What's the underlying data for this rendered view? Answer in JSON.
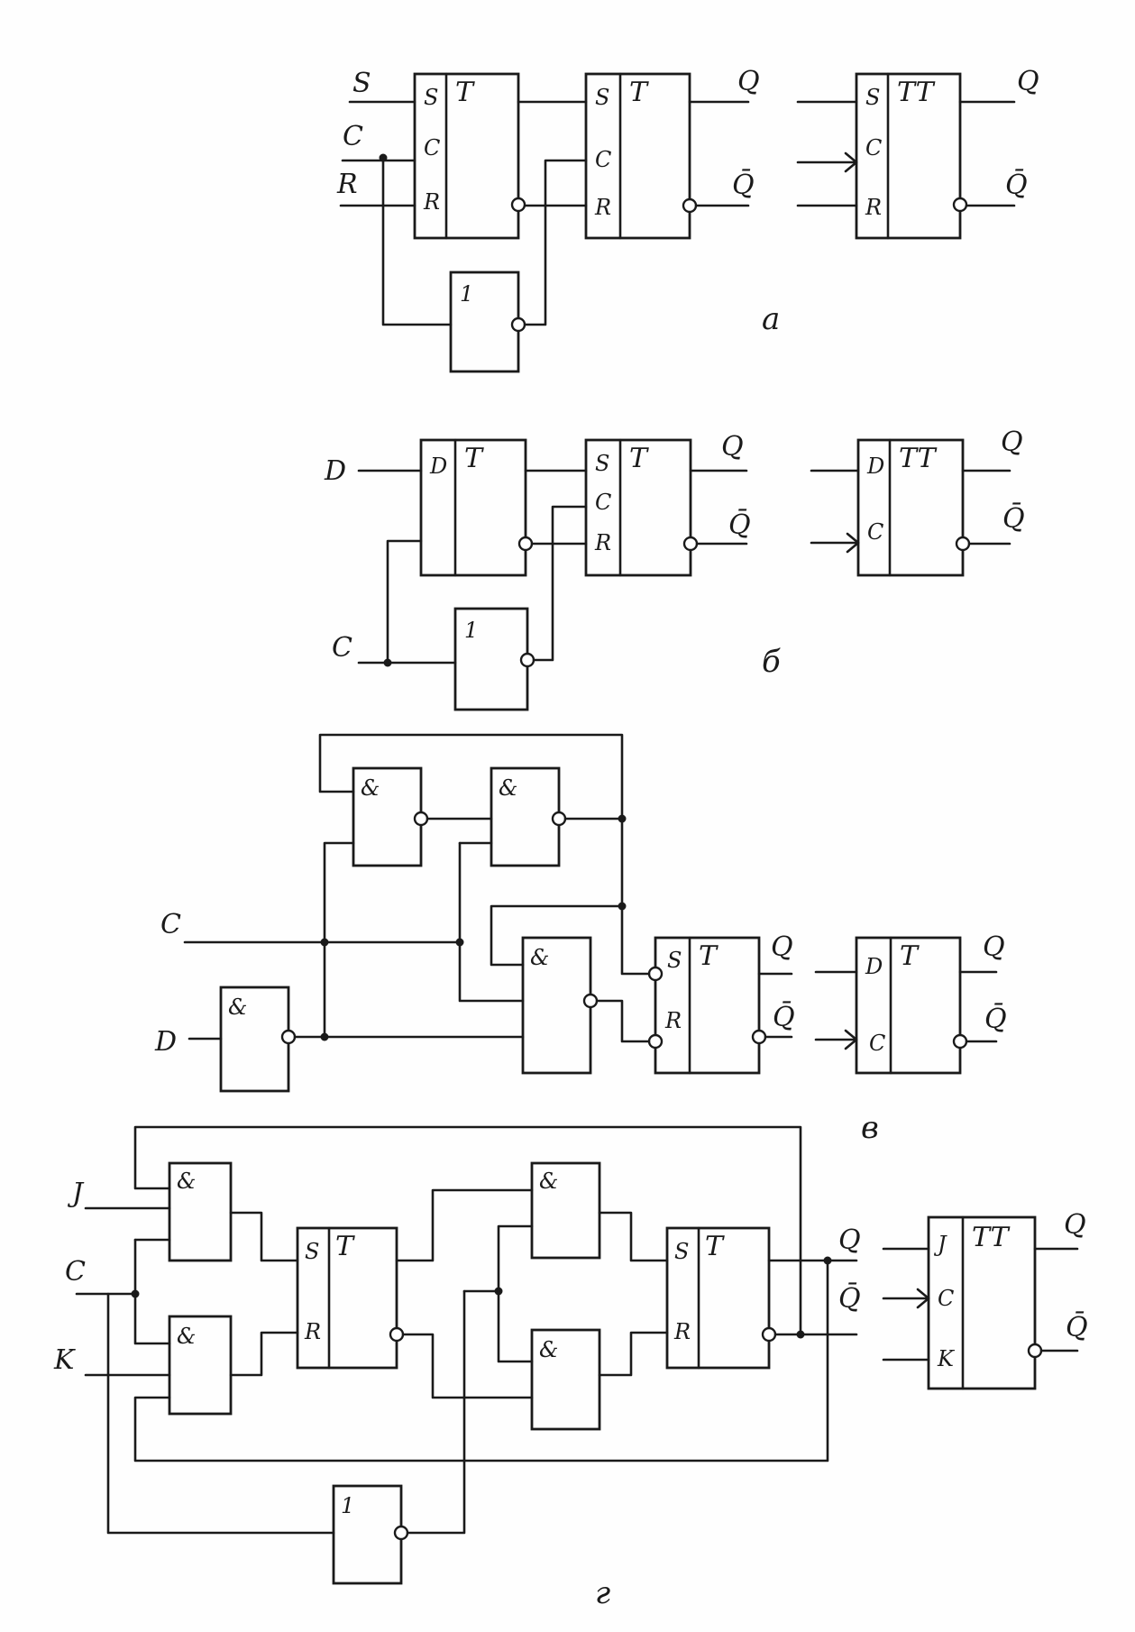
{
  "labels": {
    "s": "S",
    "c": "C",
    "r": "R",
    "d": "D",
    "j": "J",
    "k": "K",
    "t": "T",
    "tt": "TT",
    "q": "Q",
    "nq": "Q̄",
    "amp": "&",
    "one": "1",
    "sub_a": "а",
    "sub_b": "б",
    "sub_v": "в",
    "sub_g": "г"
  },
  "colors": {
    "ink": "#1a1a1a",
    "paper": "#fefefe"
  }
}
